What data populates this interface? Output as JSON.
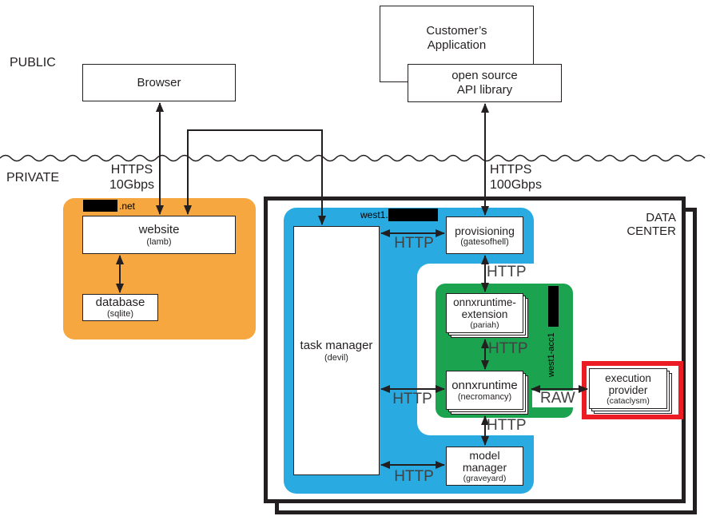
{
  "colors": {
    "orange_zone": "#F6A73F",
    "blue_zone": "#29ABE2",
    "green_zone": "#1CA350",
    "highlight_red": "#EC1C24",
    "line_black": "#231F20",
    "link_text_gray": "#414042"
  },
  "zones": {
    "public": "PUBLIC",
    "private": "PRIVATE",
    "data_center": [
      "DATA",
      "CENTER"
    ]
  },
  "nodes": {
    "browser": {
      "label": "Browser"
    },
    "customer_app": {
      "line1": "Customer’s",
      "line2": "Application"
    },
    "api_library": {
      "line1": "open source",
      "line2": "API library"
    },
    "website": {
      "label": "website",
      "sub": "(lamb)"
    },
    "database": {
      "label": "database",
      "sub": "(sqlite)"
    },
    "task_manager": {
      "label": "task manager",
      "sub": "(devil)"
    },
    "provisioning": {
      "label": "provisioning",
      "sub": "(gatesofhell)"
    },
    "onnxruntime_extension": {
      "line1": "onnxruntime-",
      "line2": "extension",
      "sub": "(pariah)"
    },
    "onnxruntime": {
      "label": "onnxruntime",
      "sub": "(necromancy)"
    },
    "execution_provider": {
      "line1": "execution",
      "line2": "provider",
      "sub": "(cataclysm)"
    },
    "model_manager": {
      "line1": "model",
      "line2": "manager",
      "sub": "(graveyard)"
    }
  },
  "links": {
    "https_10gbps": {
      "line1": "HTTPS",
      "line2": "10Gbps"
    },
    "https_100gbps": {
      "line1": "HTTPS",
      "line2": "100Gbps"
    },
    "http_taskmanager_provisioning": "HTTP",
    "http_provisioning_extension": "HTTP",
    "http_extension_onnxruntime": "HTTP",
    "http_taskmanager_onnxruntime": "HTTP",
    "raw_onnxruntime_executionprovider": "RAW",
    "http_onnxruntime_modelmanager": "HTTP",
    "http_taskmanager_modelmanager": "HTTP"
  },
  "redacted_labels": {
    "website_domain_suffix": ".net",
    "provisioning_host_prefix": "west1.",
    "accelerator_host_vertical": "west1-acc1"
  }
}
